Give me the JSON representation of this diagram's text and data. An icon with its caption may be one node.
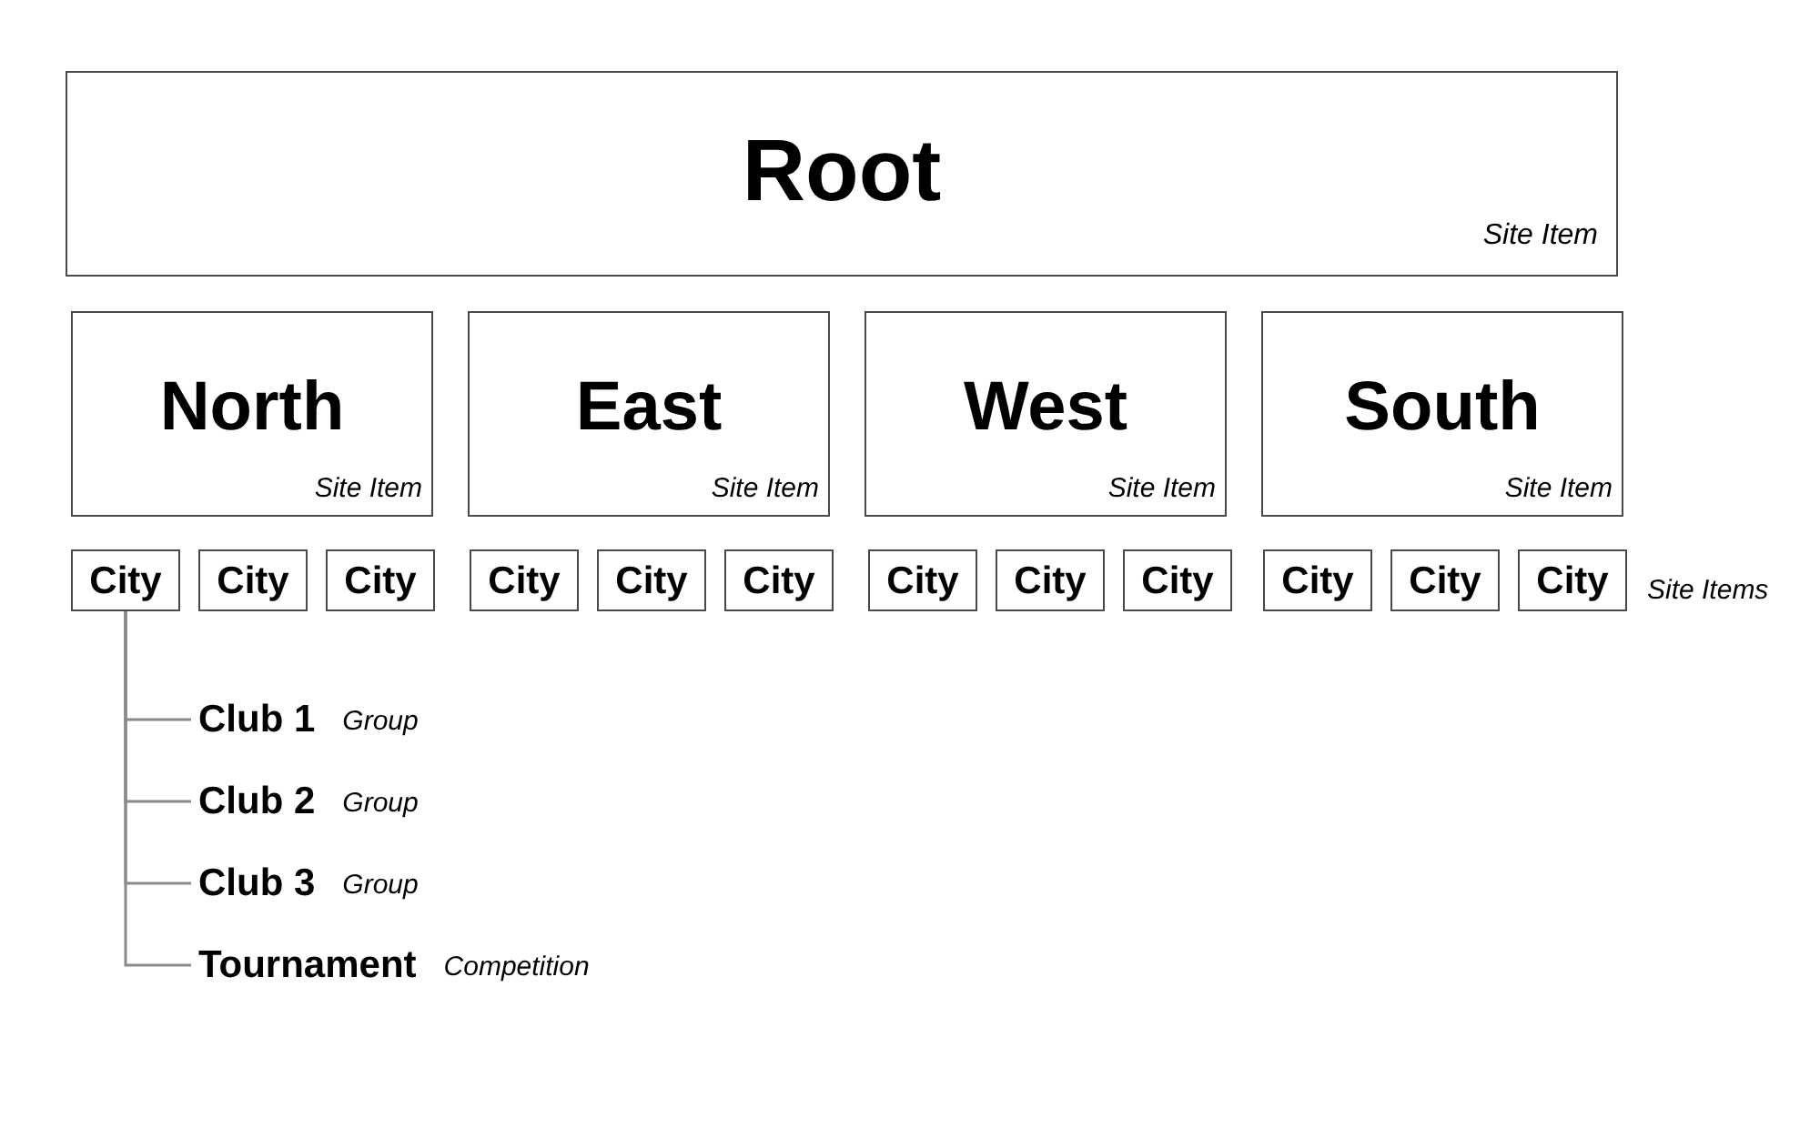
{
  "diagram": {
    "nodes": [
      {
        "text": [
          "Root",
          "Site Item"
        ]
      },
      {
        "text": [
          "North",
          "Site Item"
        ]
      },
      {
        "text": [
          "East",
          "Site Item"
        ]
      },
      {
        "text": [
          "West",
          "Site Item"
        ]
      },
      {
        "text": [
          "South",
          "Site Item"
        ]
      },
      {
        "text": [
          "City"
        ]
      },
      {
        "text": [
          "City"
        ]
      },
      {
        "text": [
          "City"
        ]
      },
      {
        "text": [
          "City"
        ]
      },
      {
        "text": [
          "City"
        ]
      },
      {
        "text": [
          "City"
        ]
      },
      {
        "text": [
          "City"
        ]
      },
      {
        "text": [
          "City"
        ]
      },
      {
        "text": [
          "City"
        ]
      },
      {
        "text": [
          "City"
        ]
      },
      {
        "text": [
          "City"
        ]
      },
      {
        "text": [
          "City"
        ]
      },
      {
        "text": [
          "Club 1"
        ],
        "beside": [
          "Group"
        ]
      },
      {
        "text": [
          "Club 2"
        ],
        "beside": [
          "Group"
        ]
      },
      {
        "text": [
          "Club 3"
        ],
        "beside": [
          "Group"
        ]
      },
      {
        "text": [
          "Tournament"
        ],
        "beside": [
          "Competition"
        ]
      }
    ],
    "edges": [
      {
        "from": 5,
        "to": 17,
        "arrow": "none"
      },
      {
        "from": 5,
        "to": 18,
        "arrow": "none"
      },
      {
        "from": 5,
        "to": 19,
        "arrow": "none"
      },
      {
        "from": 5,
        "to": 20,
        "arrow": "none"
      }
    ],
    "labels": [
      "Site Items"
    ]
  }
}
